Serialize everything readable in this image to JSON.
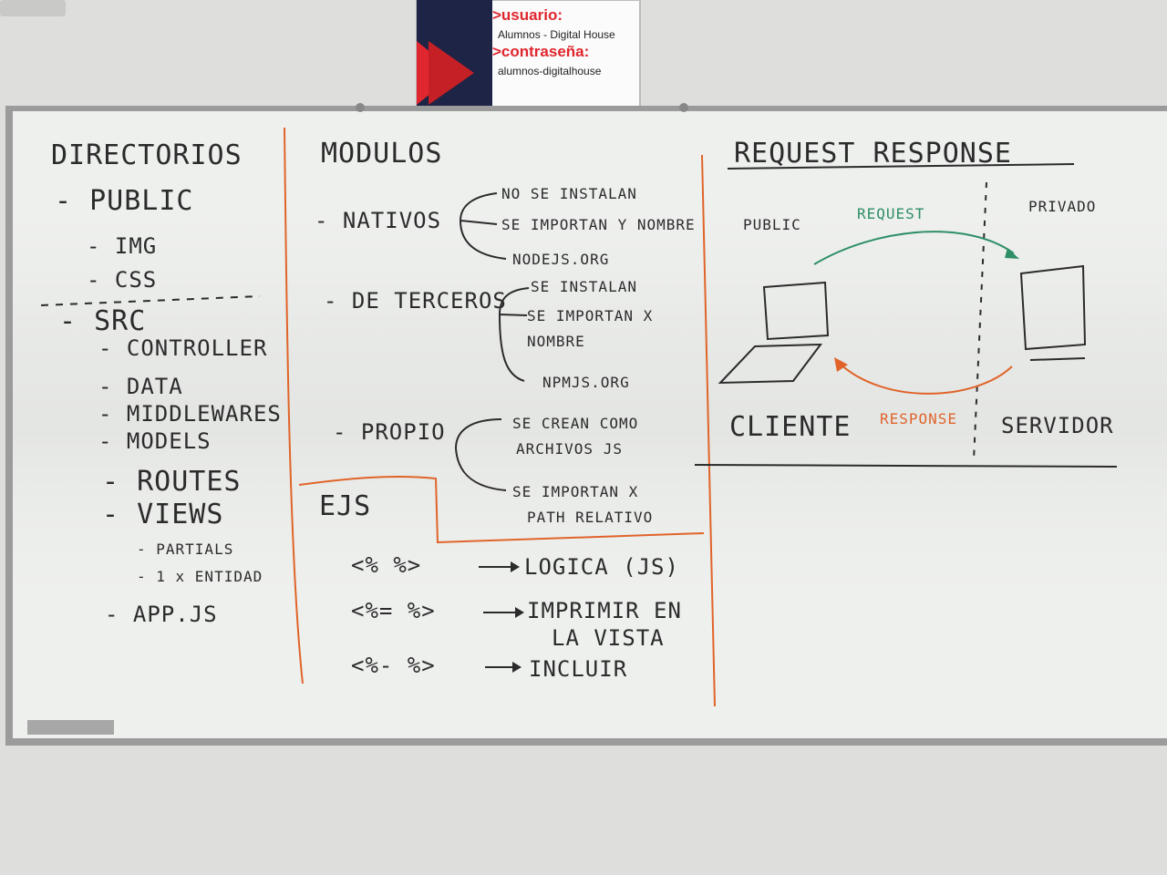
{
  "sign": {
    "user_label": ">usuario:",
    "user_value": "Alumnos - Digital House",
    "password_label": ">contraseña:",
    "password_value": "alumnos-digitalhouse"
  },
  "board": {
    "directorios": {
      "title": "DIRECTORIOS",
      "items": [
        "- PUBLIC",
        "- IMG",
        "- CSS",
        "- SRC",
        "- CONTROLLER",
        "- DATA",
        "- MIDDLEWARES",
        "- MODELS",
        "- ROUTES",
        "- VIEWS",
        "- PARTIALS",
        "- 1 x ENTIDAD",
        "- APP.JS"
      ]
    },
    "modulos": {
      "title": "MODULOS",
      "nativos": {
        "label": "- NATIVOS",
        "notes": [
          "NO SE INSTALAN",
          "SE IMPORTAN Y NOMBRE",
          "NODEJS.ORG"
        ]
      },
      "terceros": {
        "label": "- DE TERCEROS",
        "notes": [
          "SE INSTALAN",
          "SE IMPORTAN X",
          "NOMBRE",
          "NPMJS.ORG"
        ]
      },
      "propio": {
        "label": "- PROPIO",
        "notes": [
          "SE CREAN COMO",
          "ARCHIVOS JS",
          "SE IMPORTAN X",
          "PATH RELATIVO"
        ]
      }
    },
    "ejs": {
      "title": "EJS",
      "rows": [
        {
          "tag": "<%   %>",
          "meaning": "LOGICA (JS)"
        },
        {
          "tag": "<%=   %>",
          "meaning": "IMPRIMIR EN",
          "meaning2": "LA VISTA"
        },
        {
          "tag": "<%-   %>",
          "meaning": "INCLUIR"
        }
      ]
    },
    "request_response": {
      "title": "REQUEST   RESPONSE",
      "public_label": "PUBLIC",
      "private_label": "PRIVADO",
      "request_label": "REQUEST",
      "response_label": "RESPONSE",
      "client_label": "CLIENTE",
      "server_label": "SERVIDOR"
    }
  },
  "colors": {
    "marker_black": "#2b2b2b",
    "marker_orange": "#e0642a",
    "marker_green": "#2e8f66",
    "board_white": "#f3f4f2"
  }
}
